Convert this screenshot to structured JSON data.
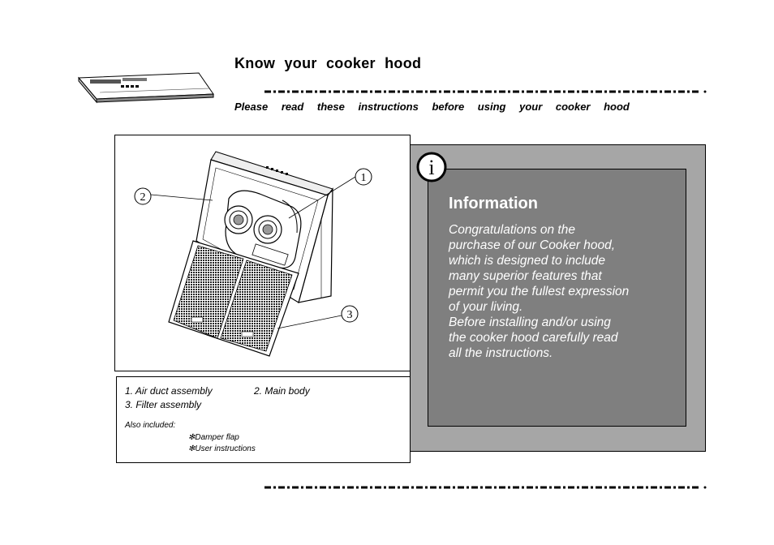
{
  "header": {
    "title": "Know your cooker hood",
    "subtitle": "Please read these instructions before using your cooker hood"
  },
  "diagram": {
    "callouts": [
      "1",
      "2",
      "3"
    ]
  },
  "legend": {
    "item1": "1. Air duct assembly",
    "item2": "2. Main body",
    "item3": "3. Filter assembly",
    "also_label": "Also included",
    "also_items": [
      "Damper flap",
      "User instructions"
    ],
    "bullet": "✻"
  },
  "info": {
    "icon_glyph": "i",
    "heading": "Information",
    "paragraph1_lines": [
      "Congratulations on the",
      "purchase of our Cooker hood,",
      "which is designed to include",
      "many superior features that",
      "permit you the fullest expression",
      "of your living."
    ],
    "paragraph2_lines": [
      "Before installing and/or using",
      "the cooker hood carefully read",
      "all the instructions."
    ]
  },
  "colors": {
    "panel_outer": "#a6a6a6",
    "panel_inner": "#7f7f7f",
    "text_on_panel": "#ffffff"
  }
}
